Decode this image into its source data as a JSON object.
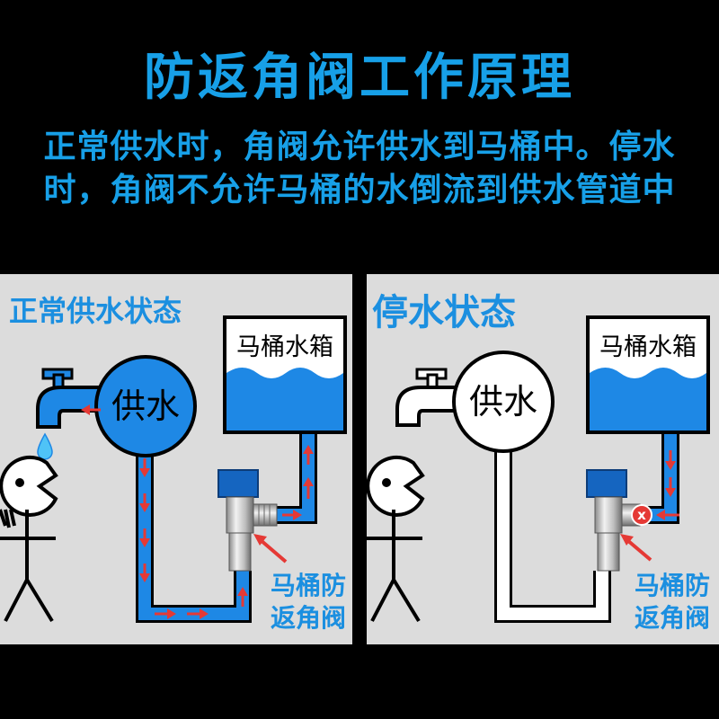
{
  "header": {
    "title": "防返角阀工作原理",
    "subtitle_line1": "正常供水时，角阀允许供水到马桶中。停水",
    "subtitle_line2": "时，角阀不允许马桶的水倒流到供水管道中"
  },
  "left_panel": {
    "title": "正常供水状态",
    "supply_label": "供水",
    "tank_label": "马桶水箱",
    "valve_label_line1": "马桶防",
    "valve_label_line2": "返角阀"
  },
  "right_panel": {
    "title": "停水状态",
    "supply_label": "供水",
    "tank_label": "马桶水箱",
    "valve_label_line1": "马桶防",
    "valve_label_line2": "返角阀",
    "block_mark": "x"
  },
  "colors": {
    "accent_blue": "#17a0e8",
    "water_blue": "#1e88e5",
    "flow_red": "#e53935",
    "panel_bg": "#dcdcdc",
    "valve_handle": "#1565c0"
  }
}
